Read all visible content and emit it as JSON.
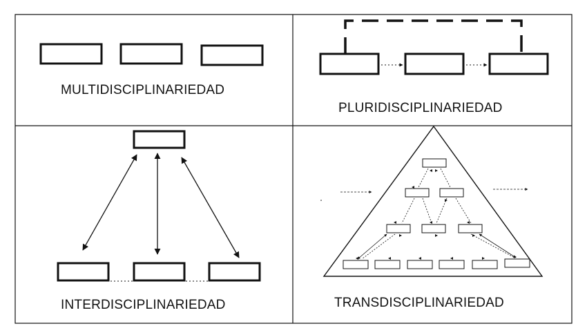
{
  "panels": {
    "multi": {
      "label": "MULTIDISCIPLINARIEDAD"
    },
    "pluri": {
      "label": "PLURIDISCIPLINARIEDAD"
    },
    "inter": {
      "label": "INTERDISCIPLINARIEDAD"
    },
    "trans": {
      "label": "TRANSDISCIPLINARIEDAD"
    }
  },
  "colors": {
    "ink": "#111111",
    "background": "#ffffff"
  },
  "icons": [
    "arrow-icon",
    "double-arrow-icon"
  ]
}
